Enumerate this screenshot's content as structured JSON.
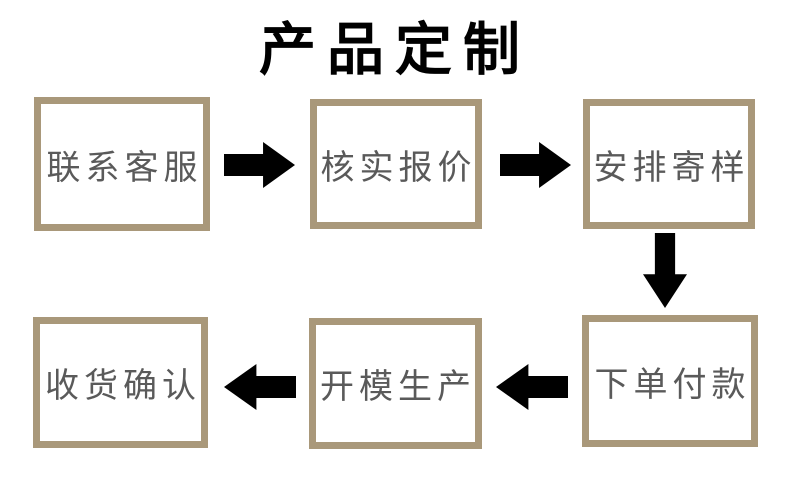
{
  "title": "产品定制",
  "colors": {
    "background": "#ffffff",
    "box_border": "#a9987a",
    "box_text": "#5a5a5a",
    "arrow": "#000000",
    "title": "#000000"
  },
  "steps": [
    {
      "label": "联系客服"
    },
    {
      "label": "核实报价"
    },
    {
      "label": "安排寄样"
    },
    {
      "label": "下单付款"
    },
    {
      "label": "开模生产"
    },
    {
      "label": "收货确认"
    }
  ],
  "flow": {
    "sequence": [
      "联系客服",
      "核实报价",
      "安排寄样",
      "下单付款",
      "开模生产",
      "收货确认"
    ],
    "arrows": [
      {
        "icon": "arrow-right-icon",
        "from": "联系客服",
        "to": "核实报价"
      },
      {
        "icon": "arrow-right-icon",
        "from": "核实报价",
        "to": "安排寄样"
      },
      {
        "icon": "arrow-down-icon",
        "from": "安排寄样",
        "to": "下单付款"
      },
      {
        "icon": "arrow-left-icon",
        "from": "下单付款",
        "to": "开模生产"
      },
      {
        "icon": "arrow-left-icon",
        "from": "开模生产",
        "to": "收货确认"
      }
    ]
  }
}
